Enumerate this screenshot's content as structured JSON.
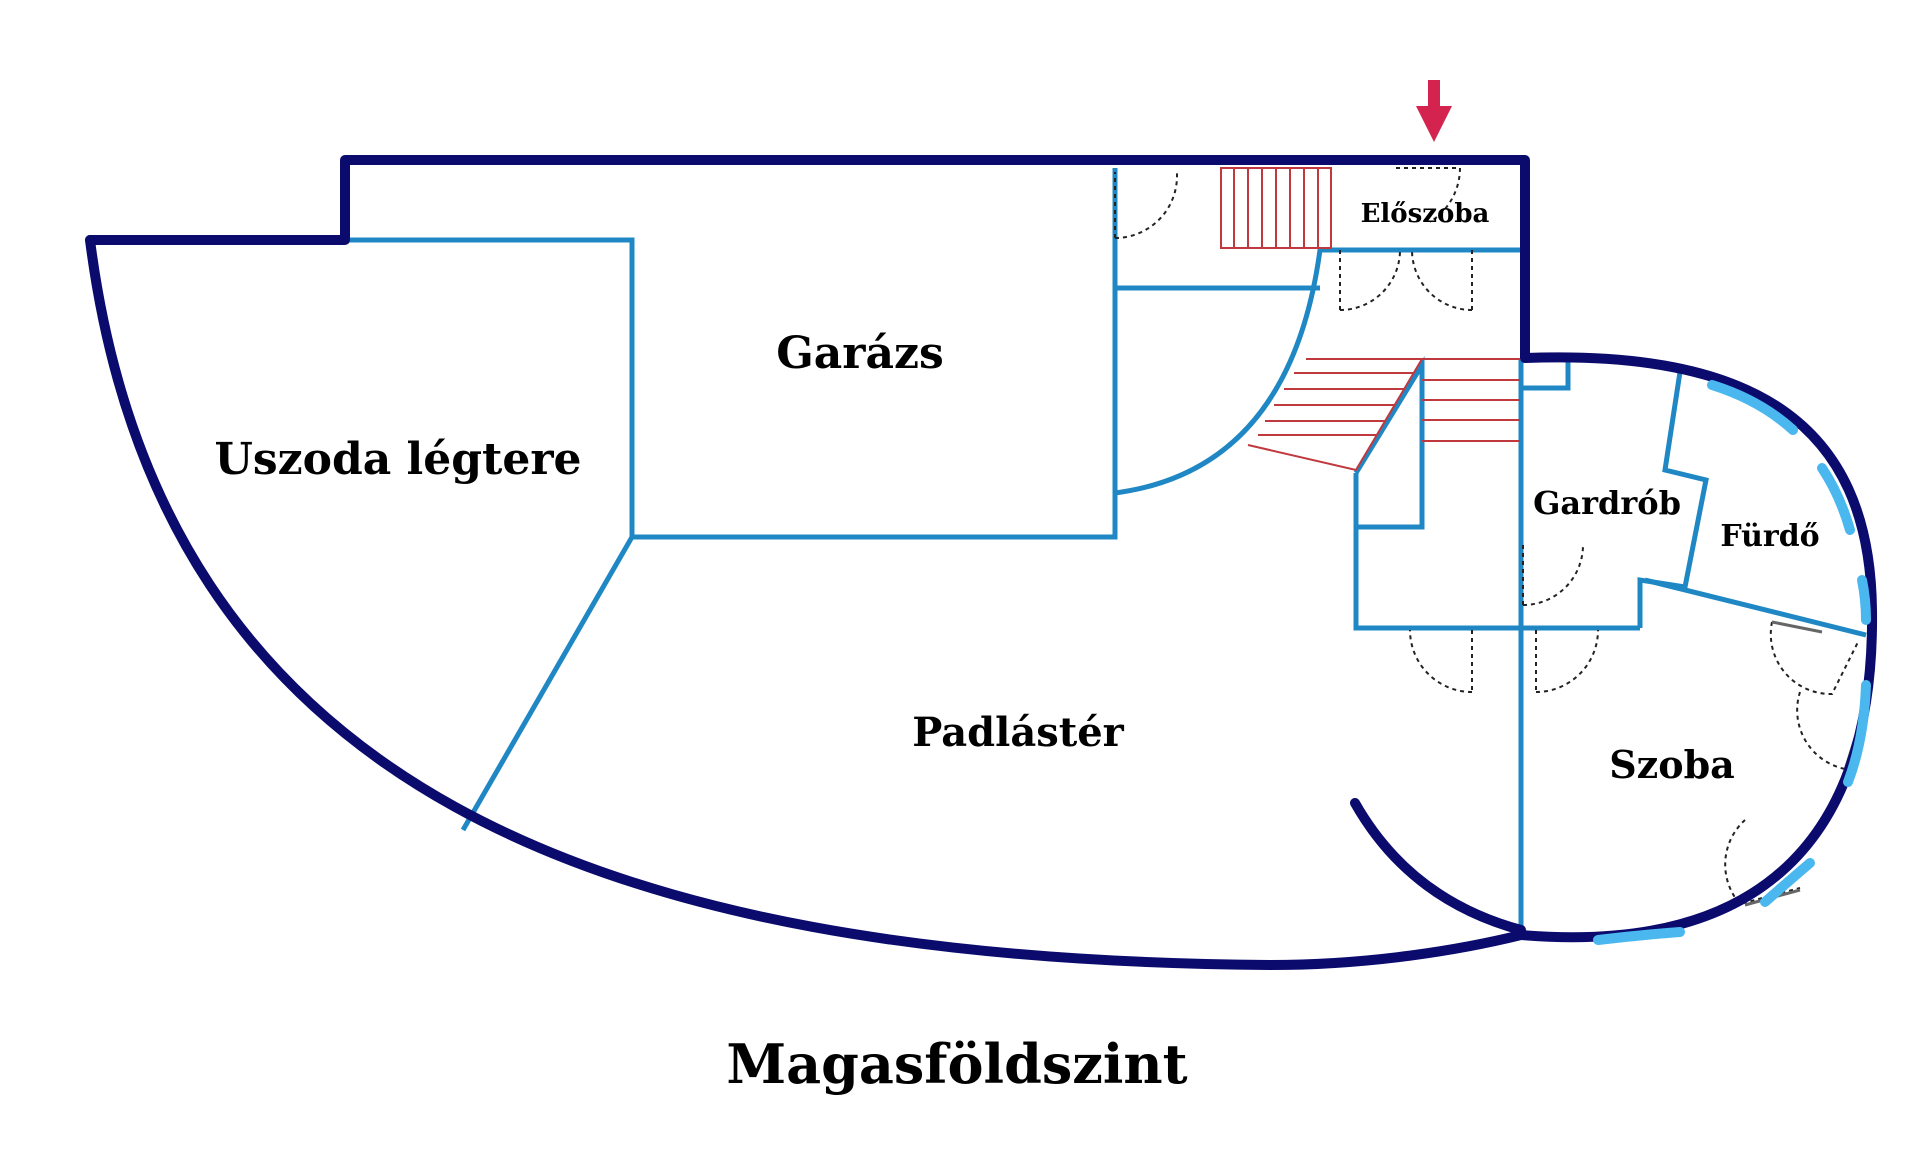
{
  "floor_title": "Magasföldszint",
  "rooms": {
    "uszoda": "Uszoda légtere",
    "garazs": "Garázs",
    "eloszoba": "Előszoba",
    "padlaster": "Padlástér",
    "gardrob": "Gardrób",
    "furdo": "Fürdő",
    "szoba": "Szoba"
  },
  "colors": {
    "outer_wall": "#0b0b6e",
    "inner_wall": "#1f88c4",
    "window": "#4ab8ee",
    "stairs": "#c0393f",
    "entrance_arrow": "#d5234f",
    "door_swing": "#222222"
  }
}
